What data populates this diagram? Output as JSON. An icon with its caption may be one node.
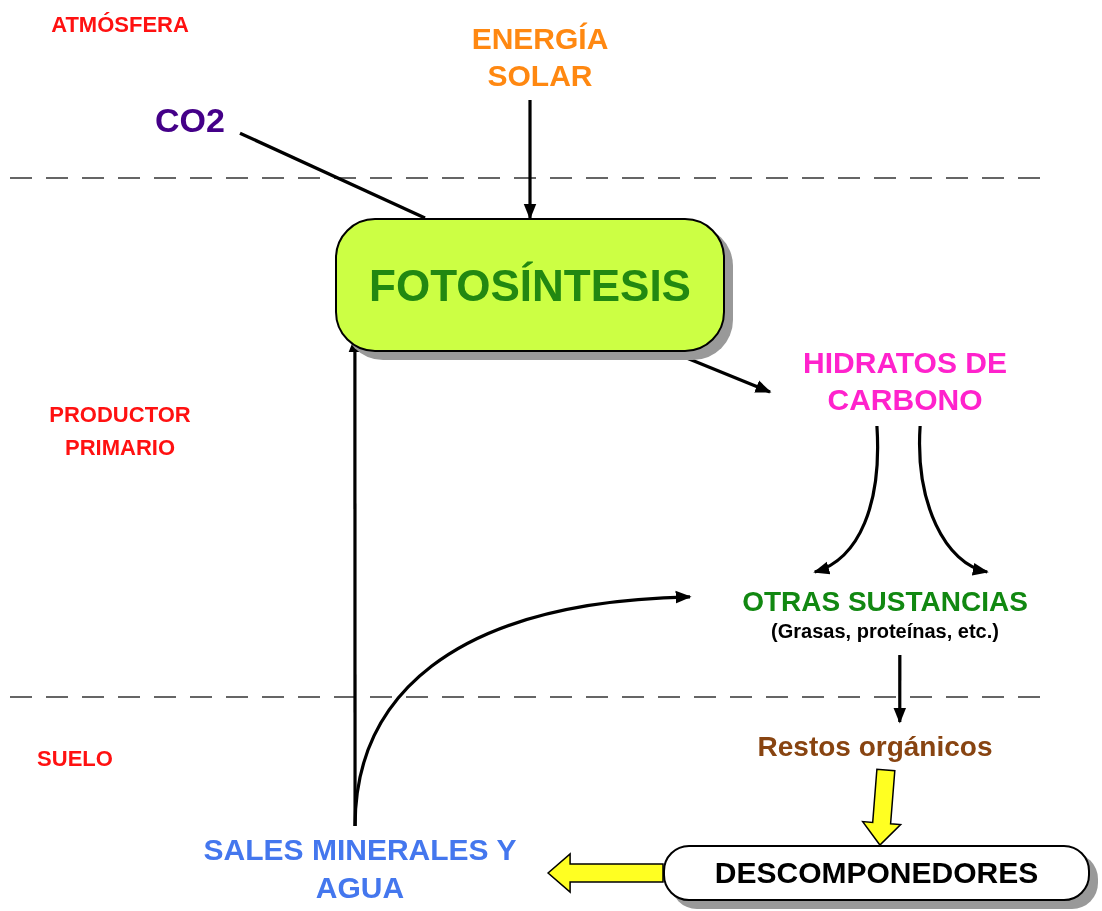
{
  "diagram": {
    "nodes": [
      {
        "text": [
          "CO2"
        ]
      },
      {
        "text": [
          "ENERGÍA SOLAR"
        ]
      },
      {
        "text": [
          "FOTOSÍNTESIS"
        ]
      },
      {
        "text": [
          "HIDRATOS DE CARBONO"
        ]
      },
      {
        "text": [
          "OTRAS SUSTANCIAS",
          "(Grasas, proteínas, etc.)"
        ]
      },
      {
        "text": [
          "Restos orgánicos"
        ]
      },
      {
        "text": [
          "DESCOMPONEDORES"
        ]
      },
      {
        "text": [
          "SALES MINERALES Y AGUA"
        ]
      }
    ],
    "edges": [
      {
        "from": 0,
        "to": 2,
        "arrow": "none"
      },
      {
        "from": 1,
        "to": 2,
        "arrow": "to"
      },
      {
        "from": 2,
        "to": 3,
        "arrow": "to"
      },
      {
        "from": 3,
        "to": 4,
        "arrow": "to"
      },
      {
        "from": 3,
        "to": 4,
        "arrow": "to"
      },
      {
        "from": 7,
        "to": 2,
        "arrow": "to"
      },
      {
        "from": 7,
        "to": 4,
        "arrow": "to"
      },
      {
        "from": 4,
        "to": 5,
        "arrow": "to"
      },
      {
        "from": 5,
        "to": 6,
        "arrow": "to",
        "style": "thick",
        "color": "#ffff22"
      },
      {
        "from": 6,
        "to": 7,
        "arrow": "to",
        "style": "thick",
        "color": "#ffff22"
      }
    ],
    "labels": [
      "ATMÓSFERA",
      "PRODUCTOR PRIMARIO",
      "SUELO"
    ]
  }
}
